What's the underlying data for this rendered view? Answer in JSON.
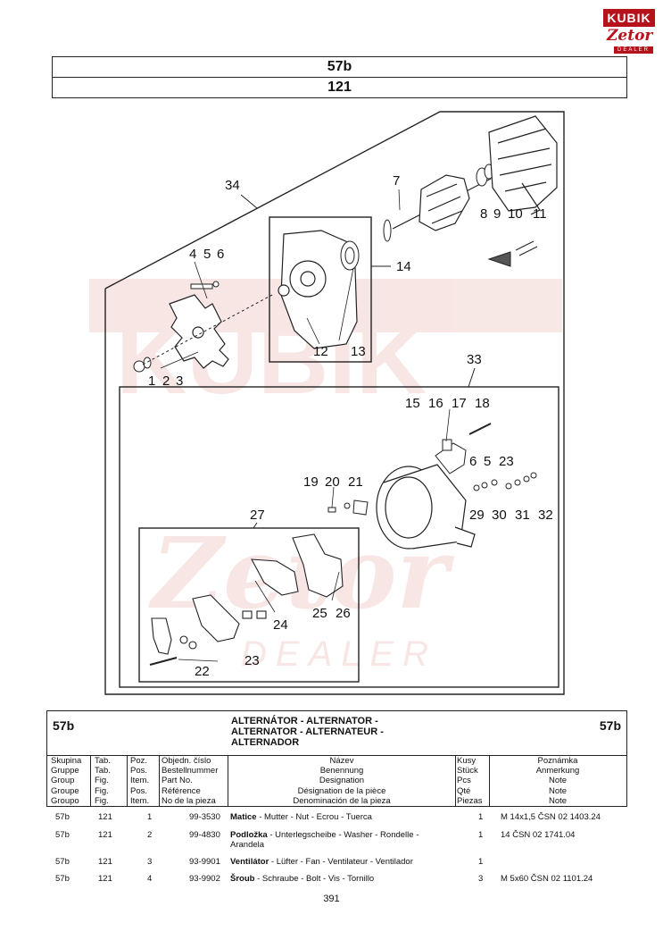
{
  "logo": {
    "top": "KUBIK",
    "middle": "Zetor",
    "bottom": "DEALER"
  },
  "header": {
    "group": "57b",
    "figure": "121"
  },
  "watermark": {
    "brand": "KUBÍK",
    "dealer": "DEALER"
  },
  "callouts": {
    "c34": "34",
    "c7": "7",
    "c8": "8",
    "c9": "9",
    "c10": "10",
    "c11": "11",
    "c4": "4",
    "c5": "5",
    "c6": "6",
    "c14": "14",
    "c1": "1",
    "c2": "2",
    "c3": "3",
    "c12": "12",
    "c13": "13",
    "c33": "33",
    "c15": "15",
    "c16": "16",
    "c17": "17",
    "c18": "18",
    "c6b": "6",
    "c5b": "5",
    "c23": "23",
    "c19": "19",
    "c20": "20",
    "c21": "21",
    "c29": "29",
    "c30": "30",
    "c31": "31",
    "c32": "32",
    "c27": "27",
    "c24": "24",
    "c25": "25",
    "c26": "26",
    "c22": "22",
    "c23b": "23"
  },
  "table": {
    "group_left": "57b",
    "group_right": "57b",
    "title_lines": [
      "ALTERNÁTOR - ALTERNATOR -",
      "ALTERNATOR - ALTERNATEUR -",
      "ALTERNADOR"
    ],
    "headers": {
      "skupina": "Skupina\nGruppe\nGroup\nGroupe\nGroupo",
      "tab": "Tab.\nTab.\nFig.\nFig.\nFig.",
      "poz": "Poz.\nPos.\nItem.\nPos.\nItem.",
      "cislo": "Objedn. číslo\nBestellnummer\nPart No.\nRéférence\nNo de la pieza",
      "nazev": "Název\nBenennung\nDesignation\nDésignation de la pièce\nDenominación de la pieza",
      "kusy": "Kusy\nStück\nPcs\nQté\nPiezas",
      "poznamka": "Poznámka\nAnmerkung\nNote\nNote\nNote"
    }
  },
  "rows": [
    {
      "group": "57b",
      "tab": "121",
      "pos": "1",
      "part_no": "99-3530",
      "name_bold": "Matice",
      "name_rest": " - Mutter - Nut - Ecrou - Tuerca",
      "name_line2": "",
      "qty": "1",
      "note": "M 14x1,5 ČSN 02 1403.24"
    },
    {
      "group": "57b",
      "tab": "121",
      "pos": "2",
      "part_no": "99-4830",
      "name_bold": "Podložka",
      "name_rest": " - Unterlegscheibe - Washer - Rondelle -",
      "name_line2": "Arandela",
      "qty": "1",
      "note": "14 ČSN 02 1741.04"
    },
    {
      "group": "57b",
      "tab": "121",
      "pos": "3",
      "part_no": "93-9901",
      "name_bold": "Ventilátor",
      "name_rest": " - Lüfter - Fan - Ventilateur - Ventilador",
      "name_line2": "",
      "qty": "1",
      "note": ""
    },
    {
      "group": "57b",
      "tab": "121",
      "pos": "4",
      "part_no": "93-9902",
      "name_bold": "Šroub",
      "name_rest": " - Schraube - Bolt - Vis - Tornillo",
      "name_line2": "",
      "qty": "3",
      "note": "M 5x60 ČSN 02 1101.24"
    }
  ],
  "page_number": "391"
}
